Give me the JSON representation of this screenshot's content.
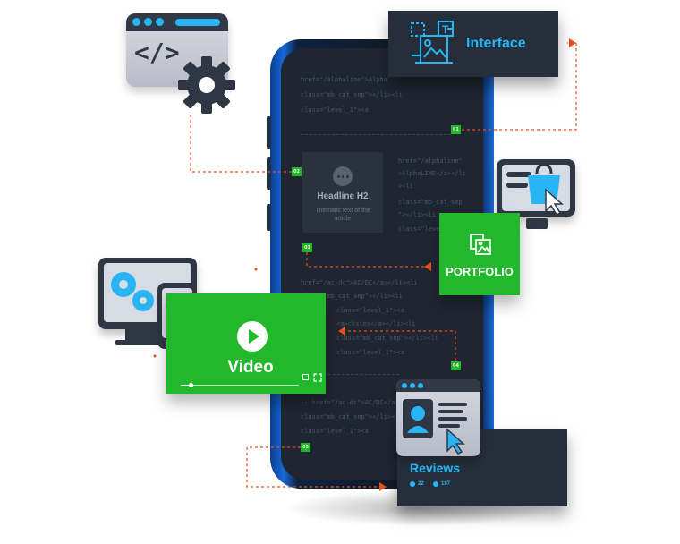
{
  "phone": {
    "code_lines_top": [
      "href=\"/alphaline\">Alpha",
      "class=\"mb_cat_sep\"></li><li",
      "class=\"level_1\"><a"
    ],
    "code_lines_right": [
      "href=\"/alphaline\"",
      ">AlphaLINE</a></li",
      "><li",
      "class=\"mb_cat_sep",
      "\"></li><li",
      "class=\"level_1\""
    ],
    "code_lines_mid": [
      "href=\"/ac-dc\">AC/DC</a></li><li",
      "class=\"mb_cat_sep\"></li><li",
      "class=\"level_1\"><a",
      "<a>ckstex</a></li><li",
      "class=\"mb_cat_sep\"></li><li",
      "class=\"level_1\"><a"
    ],
    "code_lines_bottom": [
      "-- href=\"/ac-dc\">AC/DC</a></li><li",
      "class=\"mb_cat_sep\"></li><li",
      "class=\"level_1\"><a"
    ]
  },
  "headline": {
    "title": "Headline H2",
    "subtitle": "Thematic text of the article"
  },
  "interface": {
    "title": "Interface"
  },
  "portfolio": {
    "title": "PORTFOLIO"
  },
  "video": {
    "title": "Video",
    "progress": 0.08
  },
  "reviews": {
    "title": "Reviews",
    "stat_1": "22",
    "stat_2": "197"
  },
  "markers": [
    "01",
    "02",
    "03",
    "04",
    "05"
  ],
  "colors": {
    "accent_blue": "#27b6f5",
    "green": "#21b82b",
    "dark": "#262e3b",
    "arrow_red": "#e8501f"
  },
  "icons": [
    "code-gear-icon",
    "shopping-bag-icon",
    "settings-check-icon",
    "user-profile-icon",
    "play-icon",
    "image-icon",
    "chat-icon"
  ]
}
